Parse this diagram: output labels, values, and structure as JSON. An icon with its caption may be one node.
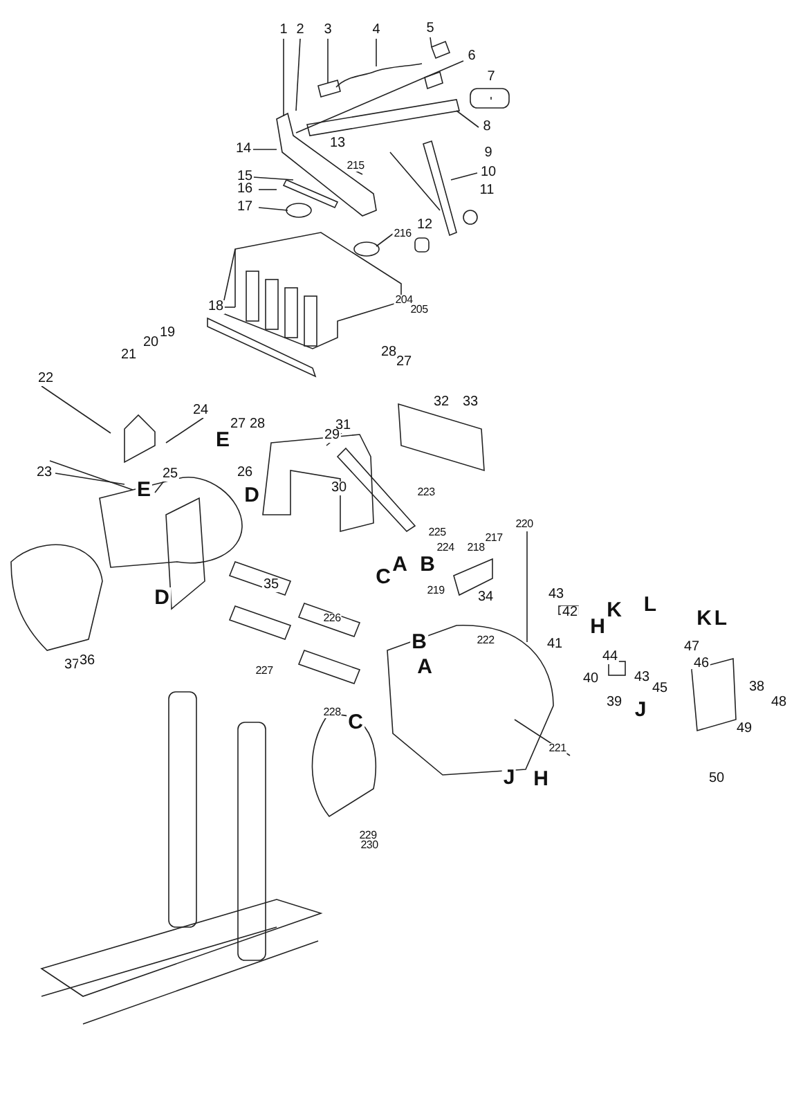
{
  "diagram": {
    "labels": [
      "1",
      "2",
      "3",
      "4",
      "5",
      "6",
      "7",
      "8",
      "9",
      "10",
      "11",
      "13",
      "14",
      "215",
      "15",
      "16",
      "17",
      "12",
      "216",
      "18",
      "204",
      "205",
      "28",
      "27",
      "19",
      "20",
      "21",
      "22",
      "24",
      "32",
      "33",
      "27",
      "28",
      "31",
      "29",
      "E",
      "23",
      "25",
      "26",
      "30",
      "E",
      "D",
      "223",
      "225",
      "224",
      "220",
      "217",
      "218",
      "A",
      "B",
      "C",
      "219",
      "35",
      "34",
      "43",
      "D",
      "42",
      "K",
      "L",
      "K",
      "L",
      "H",
      "226",
      "B",
      "222",
      "37",
      "36",
      "227",
      "A",
      "41",
      "44",
      "47",
      "46",
      "40",
      "43",
      "45",
      "38",
      "48",
      "J",
      "39",
      "228",
      "C",
      "49",
      "221",
      "J",
      "H",
      "50",
      "229",
      "230"
    ]
  }
}
